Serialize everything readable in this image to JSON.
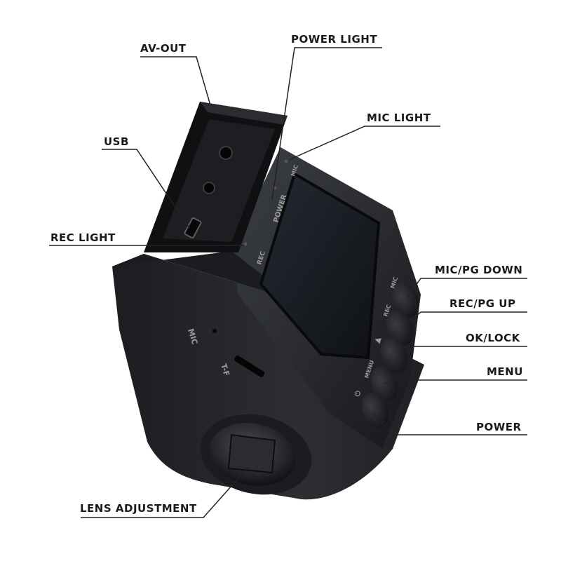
{
  "callouts": {
    "av_out": "AV-OUT",
    "power_light": "POWER LIGHT",
    "mic_light": "MIC LIGHT",
    "usb": "USB",
    "rec_light": "REC LIGHT",
    "mic_pg_down": "MIC/PG DOWN",
    "rec_pg_up": "REC/PG UP",
    "ok_lock": "OK/LOCK",
    "menu": "MENU",
    "power": "POWER",
    "lens_adjustment": "LENS ADJUSTMENT"
  },
  "device_markings": {
    "power": "POWER",
    "mic_led": "MIC",
    "rec_led": "REC",
    "mic_port": "MIC",
    "tf_slot": "T-F",
    "btn_mic": "MIC",
    "btn_rec": "REC",
    "btn_menu": "MENU"
  },
  "colors": {
    "body": "#2b2d30",
    "body_dark": "#15161a",
    "screen": "#1a1e24",
    "leader_line": "#222222"
  }
}
